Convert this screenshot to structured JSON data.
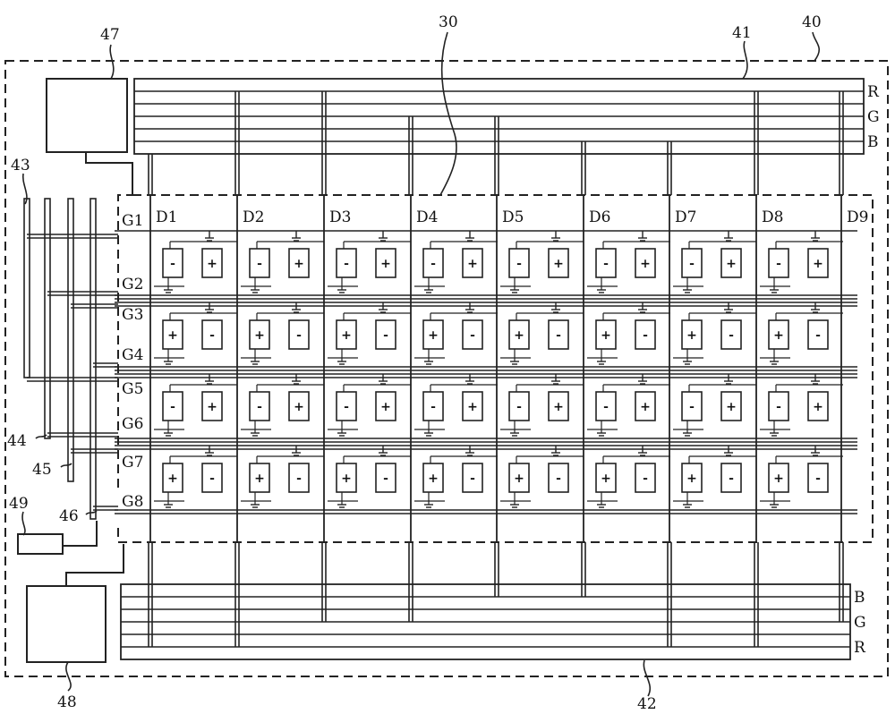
{
  "reference_numbers": {
    "array": "30",
    "border": "40",
    "top_bus": "41",
    "bottom_bus": "42",
    "line_43": "43",
    "line_44": "44",
    "line_45": "45",
    "line_46": "46",
    "box_47": "47",
    "box_48": "48",
    "box_49": "49"
  },
  "top_bus_labels": [
    "R",
    "G",
    "B"
  ],
  "bottom_bus_labels": [
    "B",
    "G",
    "R"
  ],
  "data_lines": [
    "D1",
    "D2",
    "D3",
    "D4",
    "D5",
    "D6",
    "D7",
    "D8",
    "D9"
  ],
  "gate_lines": [
    "G1",
    "G2",
    "G3",
    "G4",
    "G5",
    "G6",
    "G7",
    "G8"
  ],
  "pixel_rows": [
    [
      "-",
      "+"
    ],
    [
      "+",
      "-"
    ],
    [
      "-",
      "+"
    ],
    [
      "+",
      "-"
    ]
  ],
  "colors": {
    "ink": "#222222",
    "background": "#ffffff"
  }
}
